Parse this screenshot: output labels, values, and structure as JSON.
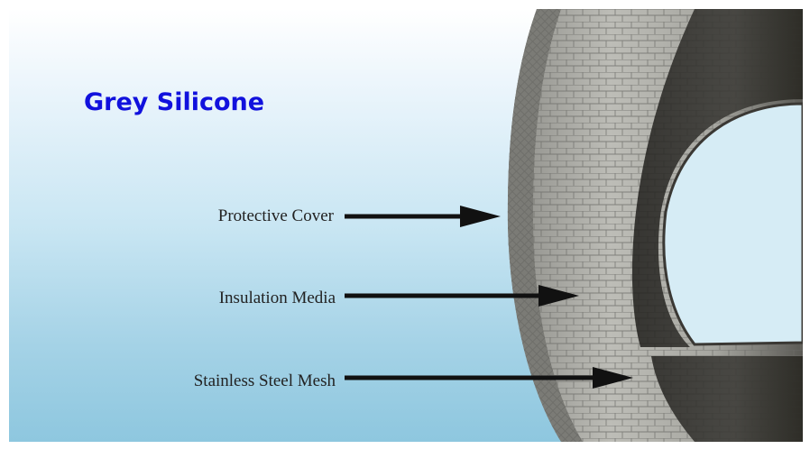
{
  "title": "Grey Silicone",
  "labels": {
    "protective_cover": "Protective Cover",
    "insulation_media": "Insulation Media",
    "stainless_steel_mesh": "Stainless Steel Mesh"
  },
  "colors": {
    "title": "#1111dd",
    "label_text": "#222222",
    "arrow": "#111111",
    "background_top": "#ffffff",
    "background_bottom": "#8ec7df",
    "sleeve": "#a9a9a4",
    "bore": "#2c2b28"
  }
}
